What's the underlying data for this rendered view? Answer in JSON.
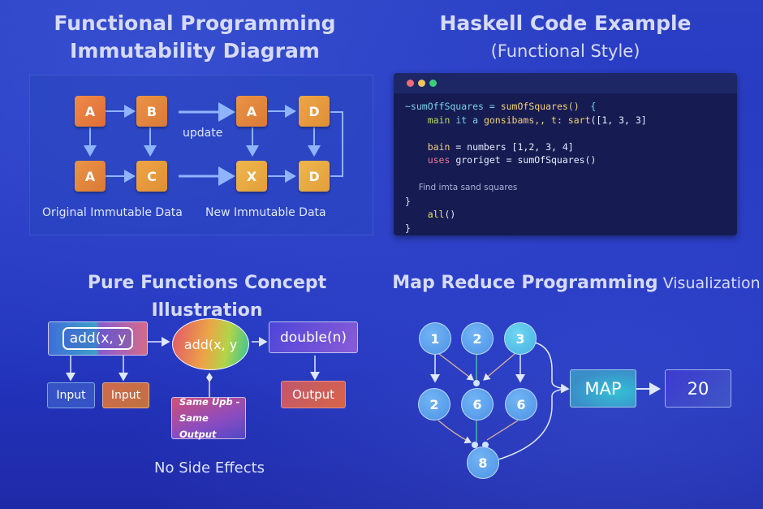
{
  "colors": {
    "background": "#2638c2",
    "title_text": "#d6daf7",
    "square_orange": "#e57a3c",
    "square_amber": "#e9a640",
    "arrow": "#8fb4ff",
    "code_bg": "#161c52",
    "dot_red": "#f06b7a",
    "dot_yellow": "#f2c35e",
    "dot_green": "#3ccf7a",
    "node_blue": "#5aa1ea",
    "node_cyan": "#52c2ea"
  },
  "immutability": {
    "title_line1": "Functional Programming",
    "title_line2": "Immutability Diagram",
    "original_nodes": [
      "A",
      "B",
      "A",
      "C"
    ],
    "new_nodes": [
      "A",
      "D",
      "X",
      "D"
    ],
    "update_label": "update",
    "original_caption": "Original Immutable Data",
    "new_caption": "New Immutable Data"
  },
  "haskell": {
    "title": "Haskell Code Example",
    "subtitle": "(Functional Style)",
    "code": {
      "l1_a": "~sumOffSquares = ",
      "l1_b": "sumOfSquares()",
      "l1_c": "  {",
      "l2_a": "    main ",
      "l2_b": "it a ",
      "l2_c": "gonsibams,, t: ",
      "l2_d": "sart",
      "l2_e": "([1, 3, 3]",
      "l3_a": "    bain",
      "l3_b": " = numbers [1,2, 3, 4]",
      "l4_a": "    uses ",
      "l4_b": "groriget = sumOfSquares()",
      "l5": "     Find imta sand squares",
      "l6": "}",
      "l7_a": "    all",
      "l7_b": "()",
      "l8": "}"
    }
  },
  "pure_functions": {
    "title": "Pure Functions Concept Illustration",
    "func_box_label": "add(x, y",
    "ellipse_label": "add(x, y",
    "double_label": "double(n)",
    "input1_label": "Input",
    "input2_label": "Input",
    "output_label": "Output",
    "note_line1": "Same Upb -",
    "note_line2": "Same Output",
    "caption": "No Side Effects"
  },
  "map_reduce": {
    "title_bold": "Map Reduce Programming",
    "title_light": " Visualization",
    "top_nodes": [
      "1",
      "2",
      "3"
    ],
    "mid_nodes": [
      "2",
      "6",
      "6"
    ],
    "bottom_node": "8",
    "map_label": "MAP",
    "result_label": "20"
  }
}
